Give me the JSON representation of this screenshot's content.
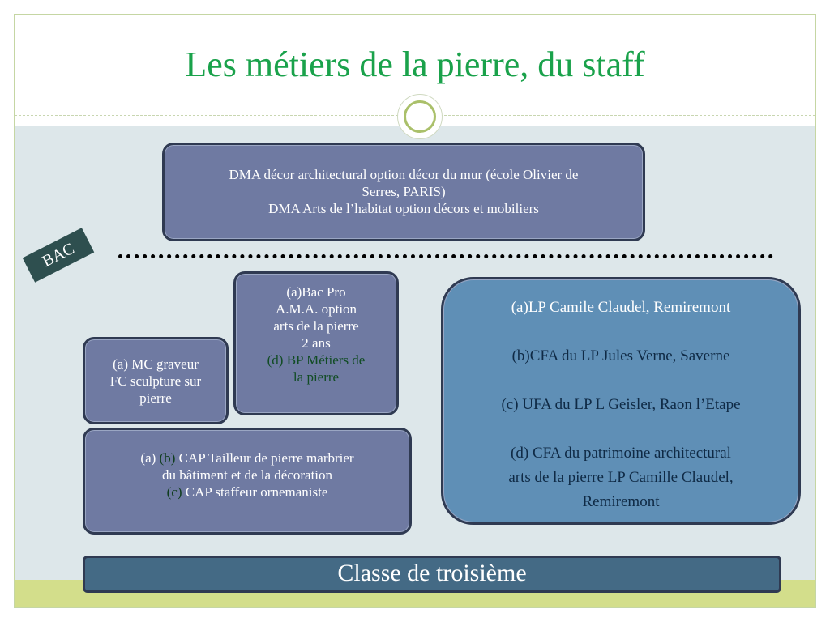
{
  "slide": {
    "title": "Les métiers de la pierre, du staff",
    "bac_label": "BAC",
    "bottom_label": "Classe de troisième"
  },
  "boxes": {
    "dma": {
      "line1": "DMA décor architectural option décor du mur (école Olivier de",
      "line2": "Serres, PARIS)",
      "line3": "DMA  Arts de l’habitat option décors et mobiliers"
    },
    "bac_pro": {
      "line1": "(a)Bac Pro",
      "line2": "A.M.A. option",
      "line3": "arts de la pierre",
      "line4": "2 ans",
      "line5": "(d) BP Métiers de",
      "line6": "la pierre"
    },
    "mc": {
      "line1": "(a) MC graveur",
      "line2": "FC sculpture sur",
      "line3": "pierre"
    },
    "cap": {
      "line1_a": "(a)  ",
      "line1_b": "(b)",
      "line1_c": " CAP Tailleur de pierre marbrier",
      "line2": "du bâtiment et de la décoration",
      "line3_a": "(c)",
      "line3_b": " CAP staffeur ornemaniste"
    },
    "lp": {
      "item_a": "(a)LP Camile Claudel, Remiremont",
      "item_b": "(b)CFA du LP Jules Verne, Saverne",
      "item_c": "(c) UFA du LP L Geisler, Raon l’Etape",
      "item_d1": "(d) CFA  du patrimoine architectural",
      "item_d2": "arts de la pierre LP Camille Claudel,",
      "item_d3": "Remiremont"
    }
  },
  "colors": {
    "title": "#1aa24b",
    "box_fill": "#6f7aa2",
    "lp_fill": "#5f8fb6",
    "bottom_bar": "#446a85",
    "bac_badge": "#2e4f4f",
    "accent_green": "#aac06a"
  }
}
